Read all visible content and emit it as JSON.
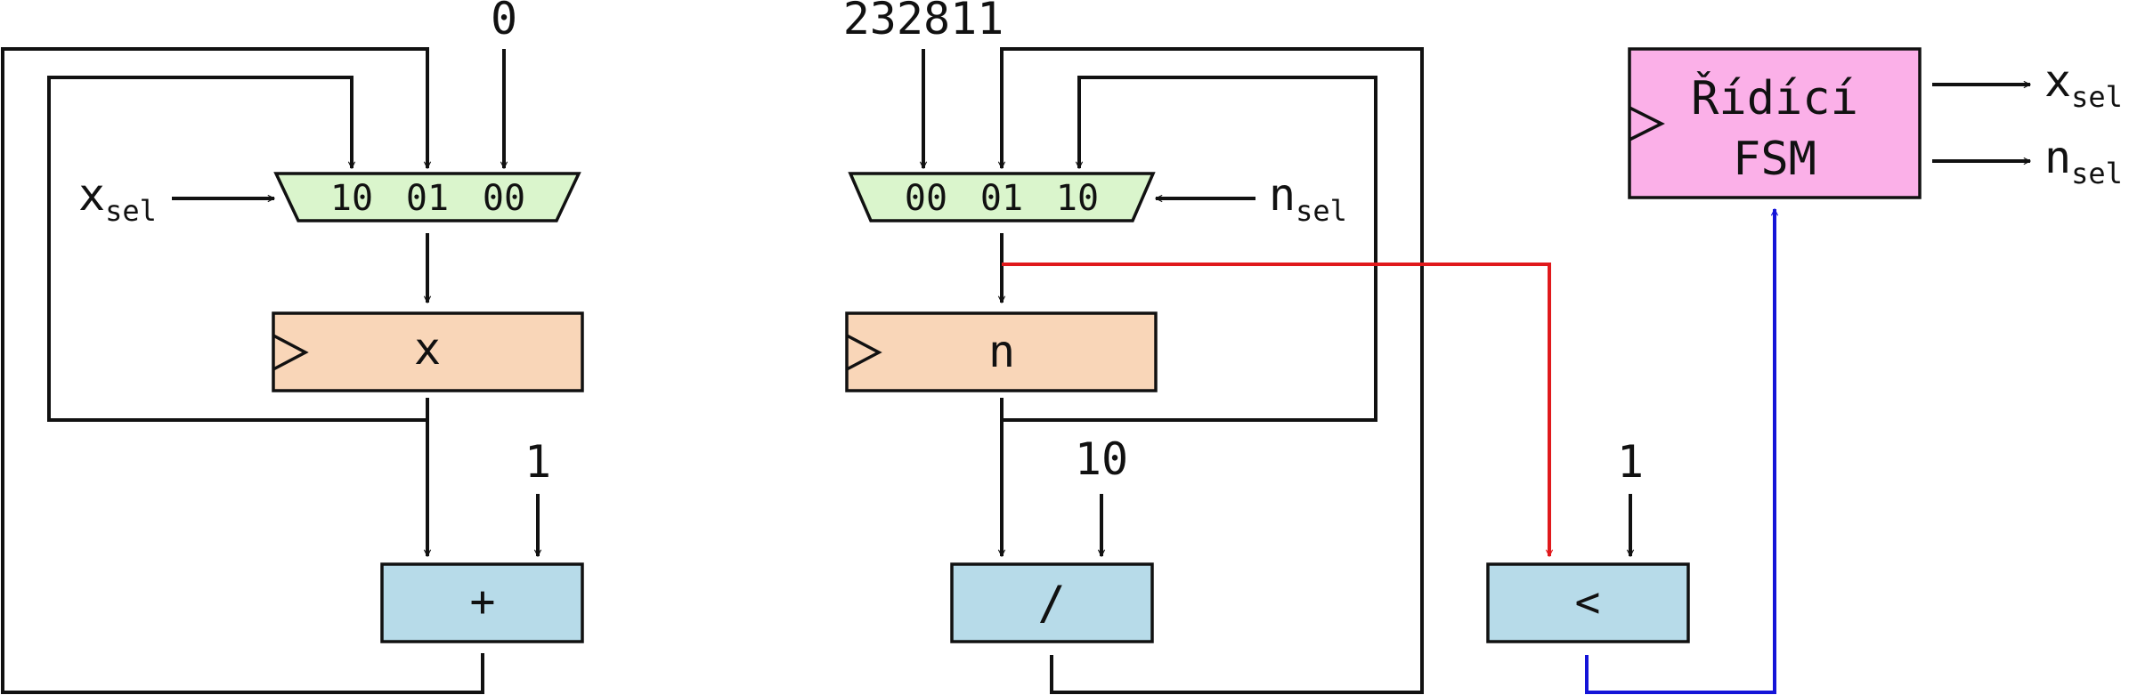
{
  "inputs": {
    "x_mux_const": "0",
    "n_mux_const": "232811",
    "add_const": "1",
    "div_const": "10",
    "cmp_const": "1"
  },
  "mux_x": {
    "inputs": [
      "10",
      "01",
      "00"
    ],
    "select": "x",
    "select_sub": "sel"
  },
  "mux_n": {
    "inputs": [
      "00",
      "01",
      "10"
    ],
    "select": "n",
    "select_sub": "sel"
  },
  "registers": {
    "x": "x",
    "n": "n"
  },
  "operators": {
    "add": "+",
    "div": "/",
    "lt": "<"
  },
  "fsm": {
    "line1": "Řídící",
    "line2": "FSM"
  },
  "outputs": [
    {
      "base": "x",
      "sub": "sel"
    },
    {
      "base": "n",
      "sub": "sel"
    }
  ],
  "colors": {
    "mux": "#daf5cc",
    "register": "#f9d6b8",
    "operator": "#b7dbe9",
    "fsm": "#fbb0e8",
    "compare_wire": "#e0191c",
    "status_wire": "#1414d8",
    "wire": "#111111"
  }
}
